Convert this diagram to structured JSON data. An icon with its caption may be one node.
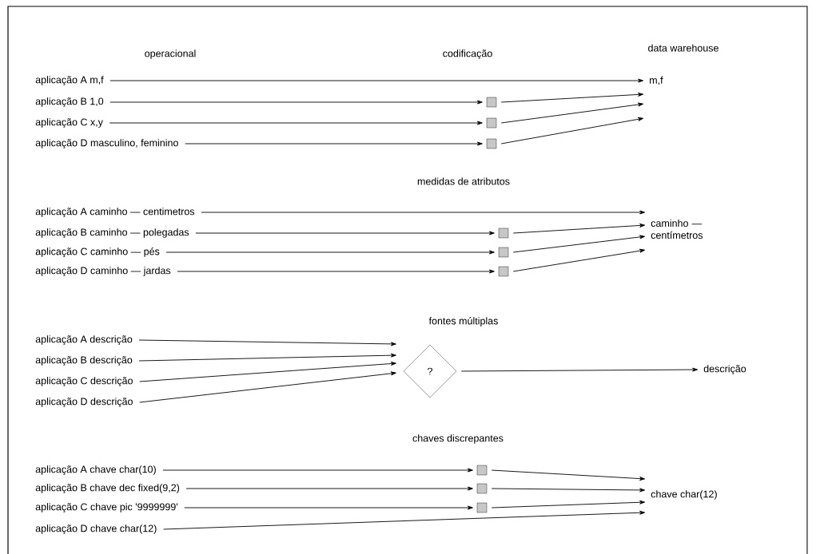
{
  "diagram": {
    "nodes": [
      {
        "text": [
          "aplicação A m,f"
        ]
      },
      {
        "text": [
          "m,f"
        ]
      },
      {
        "text": [
          "aplicação B 1,0"
        ]
      },
      {
        "text": [],
        "shape": "box"
      },
      {
        "text": [
          "aplicação C x,y"
        ]
      },
      {
        "text": [],
        "shape": "box"
      },
      {
        "text": [
          "aplicação D masculino, feminino"
        ]
      },
      {
        "text": [],
        "shape": "box"
      },
      {
        "text": [
          "aplicação A caminho — centimetros"
        ]
      },
      {
        "text": [
          "caminho — centímetros"
        ]
      },
      {
        "text": [
          "aplicação B caminho — polegadas"
        ]
      },
      {
        "text": [],
        "shape": "box"
      },
      {
        "text": [
          "aplicação C caminho — pés"
        ]
      },
      {
        "text": [],
        "shape": "box"
      },
      {
        "text": [
          "aplicação D caminho — jardas"
        ]
      },
      {
        "text": [],
        "shape": "box"
      },
      {
        "text": [
          "aplicação A descrição"
        ]
      },
      {
        "text": [
          "aplicação B descrição"
        ]
      },
      {
        "text": [
          "aplicação C descrição"
        ]
      },
      {
        "text": [
          "aplicação D descrição"
        ]
      },
      {
        "text": [
          "?"
        ]
      },
      {
        "text": [
          "descrição"
        ]
      },
      {
        "text": [
          "aplicação A chave char(10)"
        ]
      },
      {
        "text": [],
        "shape": "box"
      },
      {
        "text": [
          "aplicação B chave dec fixed(9,2)"
        ]
      },
      {
        "text": [],
        "shape": "box"
      },
      {
        "text": [
          "aplicação C chave pic '9999999'"
        ]
      },
      {
        "text": [],
        "shape": "box"
      },
      {
        "text": [
          "aplicação D chave char(12)"
        ]
      },
      {
        "text": [
          "chave char(12)"
        ]
      }
    ],
    "edges": [
      {
        "from": 0,
        "to": 1,
        "arrow": "to"
      },
      {
        "from": 2,
        "to": 3,
        "arrow": "to"
      },
      {
        "from": 3,
        "to": 1,
        "arrow": "to"
      },
      {
        "from": 4,
        "to": 5,
        "arrow": "to"
      },
      {
        "from": 5,
        "to": 1,
        "arrow": "to"
      },
      {
        "from": 6,
        "to": 7,
        "arrow": "to"
      },
      {
        "from": 7,
        "to": 1,
        "arrow": "to"
      },
      {
        "from": 8,
        "to": 9,
        "arrow": "to"
      },
      {
        "from": 10,
        "to": 11,
        "arrow": "to"
      },
      {
        "from": 11,
        "to": 9,
        "arrow": "to"
      },
      {
        "from": 12,
        "to": 13,
        "arrow": "to"
      },
      {
        "from": 13,
        "to": 9,
        "arrow": "to"
      },
      {
        "from": 14,
        "to": 15,
        "arrow": "to"
      },
      {
        "from": 15,
        "to": 9,
        "arrow": "to"
      },
      {
        "from": 16,
        "to": 20,
        "arrow": "to"
      },
      {
        "from": 17,
        "to": 20,
        "arrow": "to"
      },
      {
        "from": 18,
        "to": 20,
        "arrow": "to"
      },
      {
        "from": 19,
        "to": 20,
        "arrow": "to"
      },
      {
        "from": 20,
        "to": 21,
        "arrow": "to"
      },
      {
        "from": 22,
        "to": 23,
        "arrow": "to"
      },
      {
        "from": 23,
        "to": 29,
        "arrow": "to"
      },
      {
        "from": 24,
        "to": 25,
        "arrow": "to"
      },
      {
        "from": 25,
        "to": 29,
        "arrow": "to"
      },
      {
        "from": 26,
        "to": 27,
        "arrow": "to"
      },
      {
        "from": 27,
        "to": 29,
        "arrow": "to"
      },
      {
        "from": 28,
        "to": 29,
        "arrow": "to"
      }
    ],
    "labels": [
      "operacional",
      "codificação",
      "data warehouse",
      "medidas de atributos",
      "fontes múltiplas",
      "chaves discrepantes"
    ]
  }
}
